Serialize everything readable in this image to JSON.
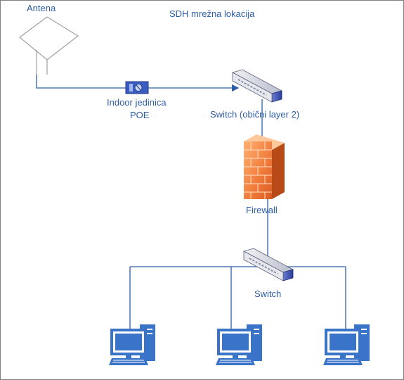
{
  "diagram": {
    "title": "SDH mrežna lokacija",
    "nodes": {
      "antenna": {
        "label": "Antena"
      },
      "indoor_unit": {
        "label_line1": "Indoor jedinica",
        "label_line2": "POE"
      },
      "switch_l2": {
        "label": "Switch (obični layer 2)"
      },
      "firewall": {
        "label": "Firewall"
      },
      "switch": {
        "label": "Switch"
      },
      "computers": [
        {},
        {},
        {}
      ]
    },
    "connections": [
      [
        "antenna",
        "indoor_unit"
      ],
      [
        "indoor_unit",
        "switch_l2"
      ],
      [
        "switch_l2",
        "firewall"
      ],
      [
        "firewall",
        "switch"
      ],
      [
        "switch",
        "computer-1"
      ],
      [
        "switch",
        "computer-2"
      ],
      [
        "switch",
        "computer-3"
      ]
    ]
  },
  "colors": {
    "line": "#2e5ea8",
    "label": "#2e5ea8",
    "computer": "#3a74c8",
    "firewall": "#f08040",
    "antenna": "#a0a0a0",
    "switch_top": "#c8ccdc",
    "switch_side": "#3a4eb0",
    "border": "#7f7f7f"
  }
}
